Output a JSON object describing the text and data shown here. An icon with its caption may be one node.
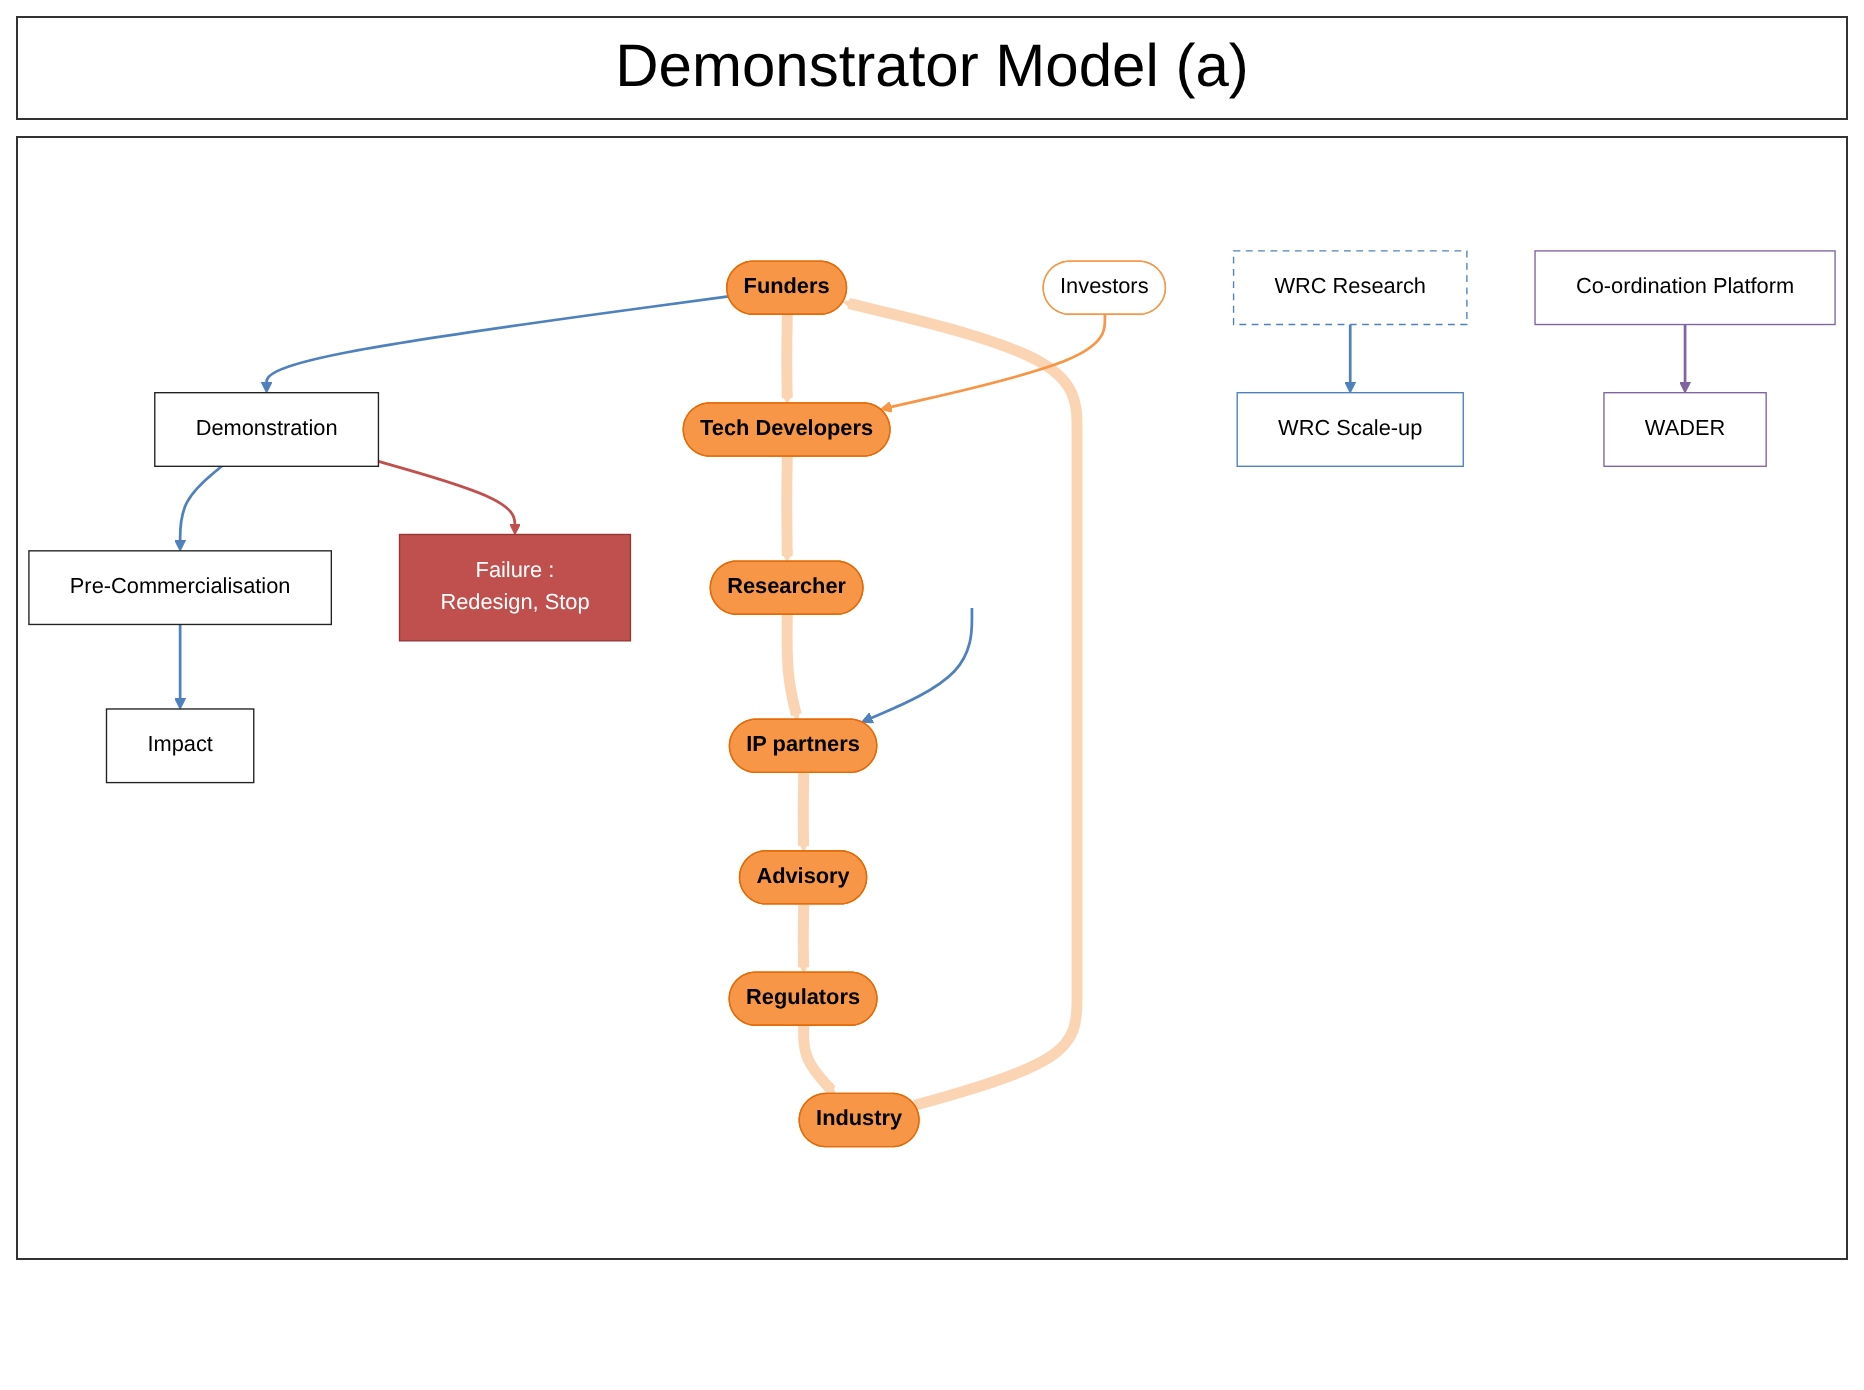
{
  "diagram": {
    "title": "Demonstrator Model  (a)",
    "nodes": [
      {
        "text": [
          "Demonstration"
        ]
      },
      {
        "text": [
          "Pre-Commercialisation"
        ]
      },
      {
        "text": [
          "Impact"
        ]
      },
      {
        "text": [
          "Funders"
        ]
      },
      {
        "text": [
          "Tech Developers"
        ]
      },
      {
        "text": [
          "Researcher"
        ]
      },
      {
        "text": [
          "IP partners"
        ]
      },
      {
        "text": [
          "Advisory"
        ]
      },
      {
        "text": [
          "Regulators"
        ]
      },
      {
        "text": [
          "Industry"
        ]
      },
      {
        "text": [
          "Investors"
        ]
      },
      {
        "text": [
          "Failure :",
          "Redesign, Stop"
        ]
      },
      {
        "text": [
          "WRC Research"
        ]
      },
      {
        "text": [
          "WRC Scale-up"
        ]
      },
      {
        "text": [
          "WADER"
        ]
      },
      {
        "text": [
          "Co-ordination Platform"
        ]
      }
    ],
    "edges": [
      {
        "from": 0,
        "to": 1,
        "arrow": "to",
        "color": "#4f81bd"
      },
      {
        "from": 1,
        "to": 2,
        "arrow": "to",
        "color": "#4f81bd"
      },
      {
        "from": 3,
        "to": 0,
        "arrow": "to",
        "color": "#4f81bd"
      },
      {
        "from": 0,
        "to": 11,
        "arrow": "to",
        "color": "#c0504d"
      },
      {
        "from": 3,
        "to": 4,
        "arrow": "to",
        "style": "thick",
        "color": "#fbd4b4"
      },
      {
        "from": 4,
        "to": 5,
        "arrow": "to",
        "style": "thick",
        "color": "#fbd4b4"
      },
      {
        "from": 5,
        "to": 6,
        "arrow": "to",
        "style": "thick",
        "color": "#fbd4b4"
      },
      {
        "from": 6,
        "to": 7,
        "arrow": "to",
        "style": "thick",
        "color": "#fbd4b4"
      },
      {
        "from": 7,
        "to": 8,
        "arrow": "to",
        "style": "thick",
        "color": "#fbd4b4"
      },
      {
        "from": 8,
        "to": 9,
        "arrow": "to",
        "style": "thick",
        "color": "#fbd4b4"
      },
      {
        "from": 9,
        "to": 3,
        "arrow": "to",
        "style": "thick",
        "color": "#fbd4b4"
      },
      {
        "from": 10,
        "to": 4,
        "arrow": "to",
        "color": "#f79646"
      },
      {
        "from": 12,
        "to": 13,
        "arrow": "to",
        "color": "#4f81bd"
      },
      {
        "from": null,
        "to": 6,
        "arrow": "to",
        "color": "#4f81bd"
      },
      {
        "from": 15,
        "to": 14,
        "arrow": "to",
        "color": "#8064a2"
      }
    ]
  }
}
